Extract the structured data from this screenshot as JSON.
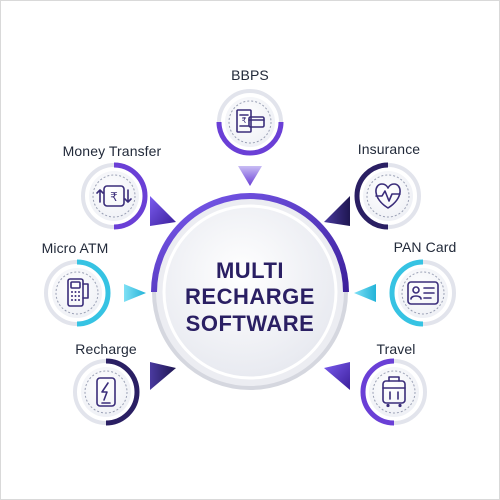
{
  "center": {
    "line1": "MULTI",
    "line2": "RECHARGE",
    "line3": "SOFTWARE"
  },
  "nodes": {
    "bbps": {
      "label": "BBPS",
      "icon": "bill-payment-icon"
    },
    "money_transfer": {
      "label": "Money Transfer",
      "icon": "rupee-transfer-icon"
    },
    "insurance": {
      "label": "Insurance",
      "icon": "heart-pulse-icon"
    },
    "micro_atm": {
      "label": "Micro ATM",
      "icon": "card-machine-icon"
    },
    "pan_card": {
      "label": "PAN Card",
      "icon": "id-card-icon"
    },
    "recharge": {
      "label": "Recharge",
      "icon": "mobile-recharge-icon"
    },
    "travel": {
      "label": "Travel",
      "icon": "luggage-icon"
    }
  },
  "colors": {
    "purple": "#6a3fd6",
    "dark_navy": "#2a1f63",
    "cyan": "#36c3e3",
    "light_gray": "#eef0f5"
  }
}
